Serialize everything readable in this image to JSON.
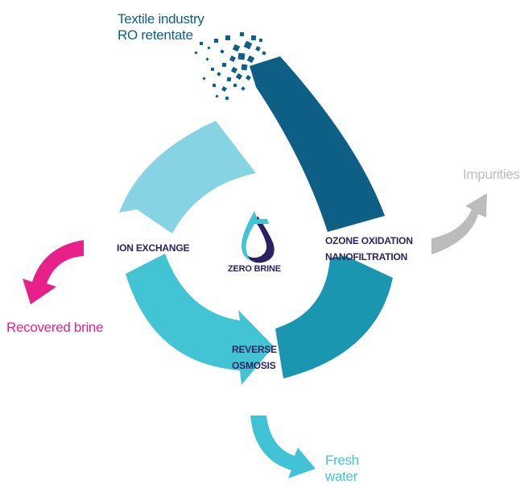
{
  "input": {
    "line1": "Textile industry",
    "line2": "RO retentate",
    "color": "#0e5f86"
  },
  "center": {
    "label": "ZERO BRINE",
    "icon": "droplet-icon"
  },
  "steps": {
    "ozone_line1": "OZONE OXIDATION",
    "ozone_line2": "NANOFILTRATION",
    "ion_exchange": "ION EXCHANGE",
    "ro_line1": "REVERSE",
    "ro_line2": "OSMOSIS"
  },
  "outputs": {
    "impurities": {
      "label": "Impurities",
      "color": "#bcbcbc"
    },
    "recovered_brine": {
      "label": "Recovered brine",
      "color": "#e8218a"
    },
    "fresh_water": {
      "line1": "Fresh",
      "line2": "water",
      "color": "#41c3d6"
    }
  },
  "colors": {
    "stage_top_left": "#86d3e3",
    "stage_bottom_left": "#43c4d5",
    "stage_bottom_right": "#1a96b0",
    "stage_input_band": "#0e5f86",
    "text_dark": "#2a2360"
  }
}
